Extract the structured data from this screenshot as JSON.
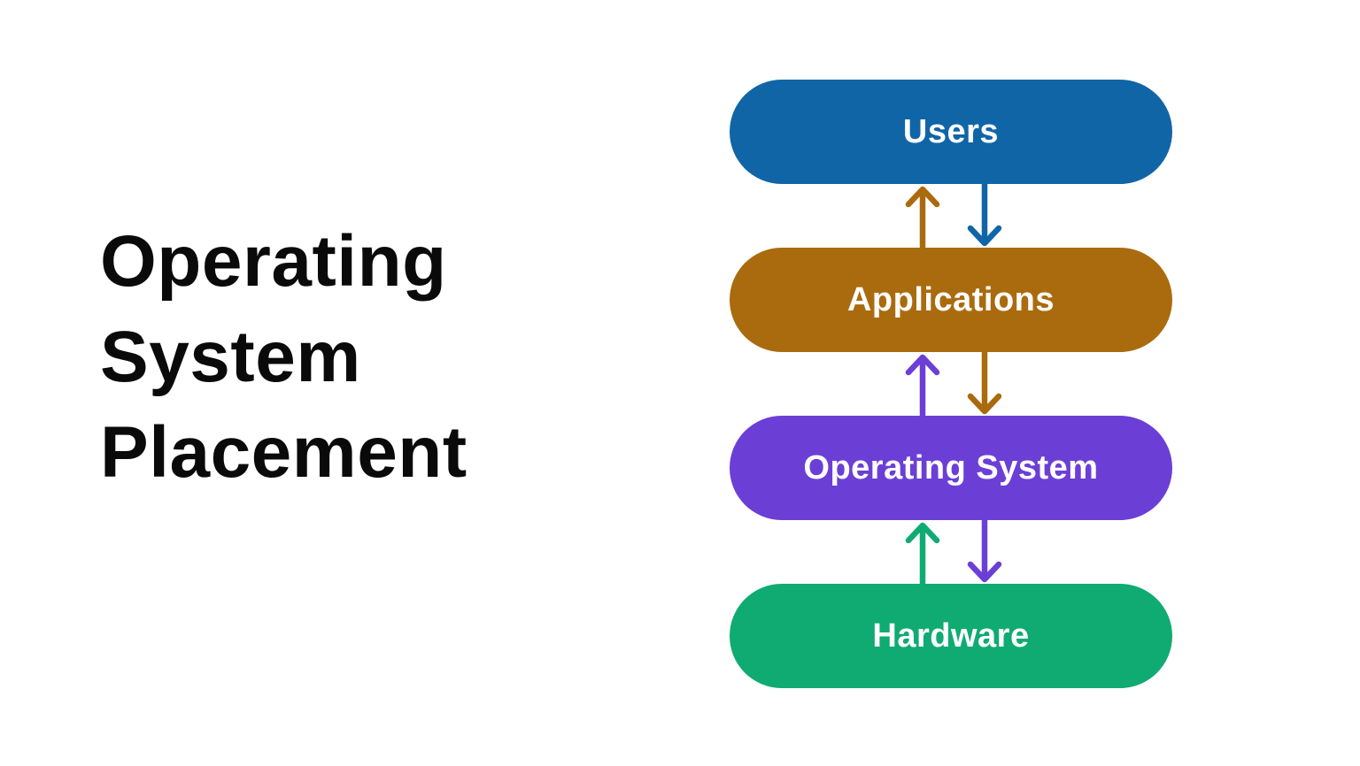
{
  "page": {
    "background": "#ffffff"
  },
  "title": {
    "text": "Operating System Placement",
    "color": "#0a0a0a"
  },
  "diagram": {
    "layers": [
      {
        "id": "users",
        "label": "Users",
        "color": "#1065A7",
        "text_color": "#ffffff"
      },
      {
        "id": "applications",
        "label": "Applications",
        "color": "#AA6B0E",
        "text_color": "#ffffff"
      },
      {
        "id": "operating-system",
        "label": "Operating System",
        "color": "#6B3FD6",
        "text_color": "#ffffff"
      },
      {
        "id": "hardware",
        "label": "Hardware",
        "color": "#0FAB72",
        "text_color": "#ffffff"
      }
    ],
    "arrows": [
      {
        "between": "users-applications",
        "up_color": "#AA6B0E",
        "down_color": "#1065A7"
      },
      {
        "between": "applications-operating-system",
        "up_color": "#6B3FD6",
        "down_color": "#AA6B0E"
      },
      {
        "between": "operating-system-hardware",
        "up_color": "#0FAB72",
        "down_color": "#6B3FD6"
      }
    ]
  }
}
